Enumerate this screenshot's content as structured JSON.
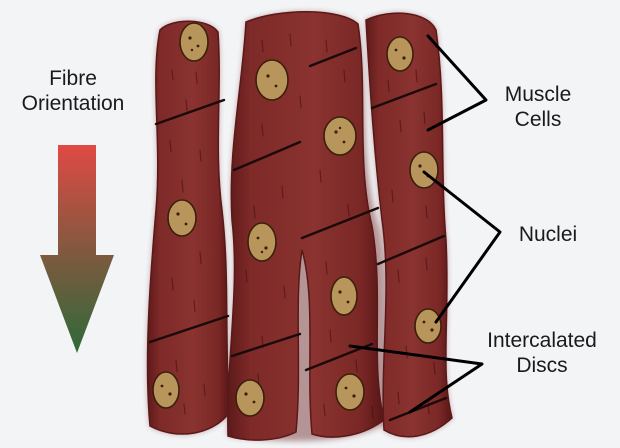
{
  "labels": {
    "fibre_orientation": [
      "Fibre",
      "Orientation"
    ],
    "muscle_cells": [
      "Muscle",
      "Cells"
    ],
    "nuclei": "Nuclei",
    "intercalated_discs": [
      "Intercalated",
      "Discs"
    ]
  },
  "colors": {
    "background": "#f3f4f6",
    "cell_fill": "#7e2a28",
    "cell_edge": "#5a1818",
    "nucleus_fill": "#b8955a",
    "arrow_top": "#e04a44",
    "arrow_bottom": "#2e6a3a",
    "leader": "#000000"
  },
  "icons": [
    "fibre-orientation-arrow-icon"
  ]
}
